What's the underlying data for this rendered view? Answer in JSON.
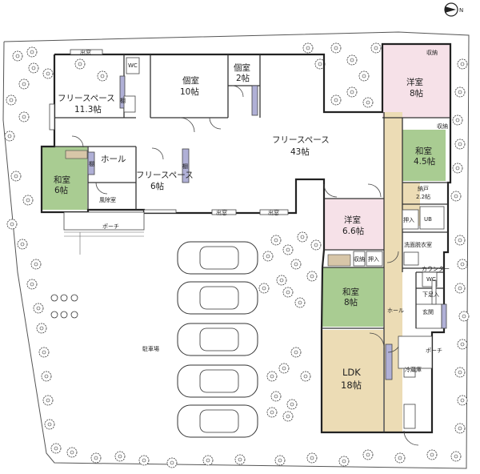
{
  "compass": {
    "label": "N"
  },
  "rooms": {
    "free_space_a": {
      "name": "フリースペース",
      "size": "11.3帖"
    },
    "kojitsu_a": {
      "name": "個室",
      "size": "10帖"
    },
    "kojitsu_b": {
      "name": "個室",
      "size": "2帖"
    },
    "free_space_b": {
      "name": "フリースペース",
      "size": "43帖"
    },
    "washitsu_a": {
      "name": "和室",
      "size": "6帖"
    },
    "hall_a": {
      "name": "ホール"
    },
    "free_space_c": {
      "name": "フリースペース",
      "size": "6帖"
    },
    "fujoshitsu": {
      "name": "風除室"
    },
    "porch_a": {
      "name": "ポーチ"
    },
    "youshitsu_a": {
      "name": "洋室",
      "size": "8帖"
    },
    "washitsu_b": {
      "name": "和室",
      "size": "4.5帖"
    },
    "nando": {
      "name": "納戸",
      "size": "2.2帖"
    },
    "youshitsu_b": {
      "name": "洋室",
      "size": "6.6帖"
    },
    "senmen": {
      "name": "洗面脱衣室"
    },
    "washitsu_c": {
      "name": "和室",
      "size": "8帖"
    },
    "hall_b": {
      "name": "ホール"
    },
    "genkan": {
      "name": "玄関"
    },
    "ldk": {
      "name": "LDK",
      "size": "18帖"
    },
    "porch_b": {
      "name": "ポーチ"
    },
    "parking": {
      "name": "駐車場"
    }
  },
  "small_labels": {
    "demado": "出窓",
    "wc": "WC",
    "tana": "棚",
    "counter": "カウンター",
    "shuno": "収納",
    "oshiire": "押入",
    "ub": "UB",
    "gesoku": "下足入",
    "reizoko": "冷蔵庫"
  }
}
